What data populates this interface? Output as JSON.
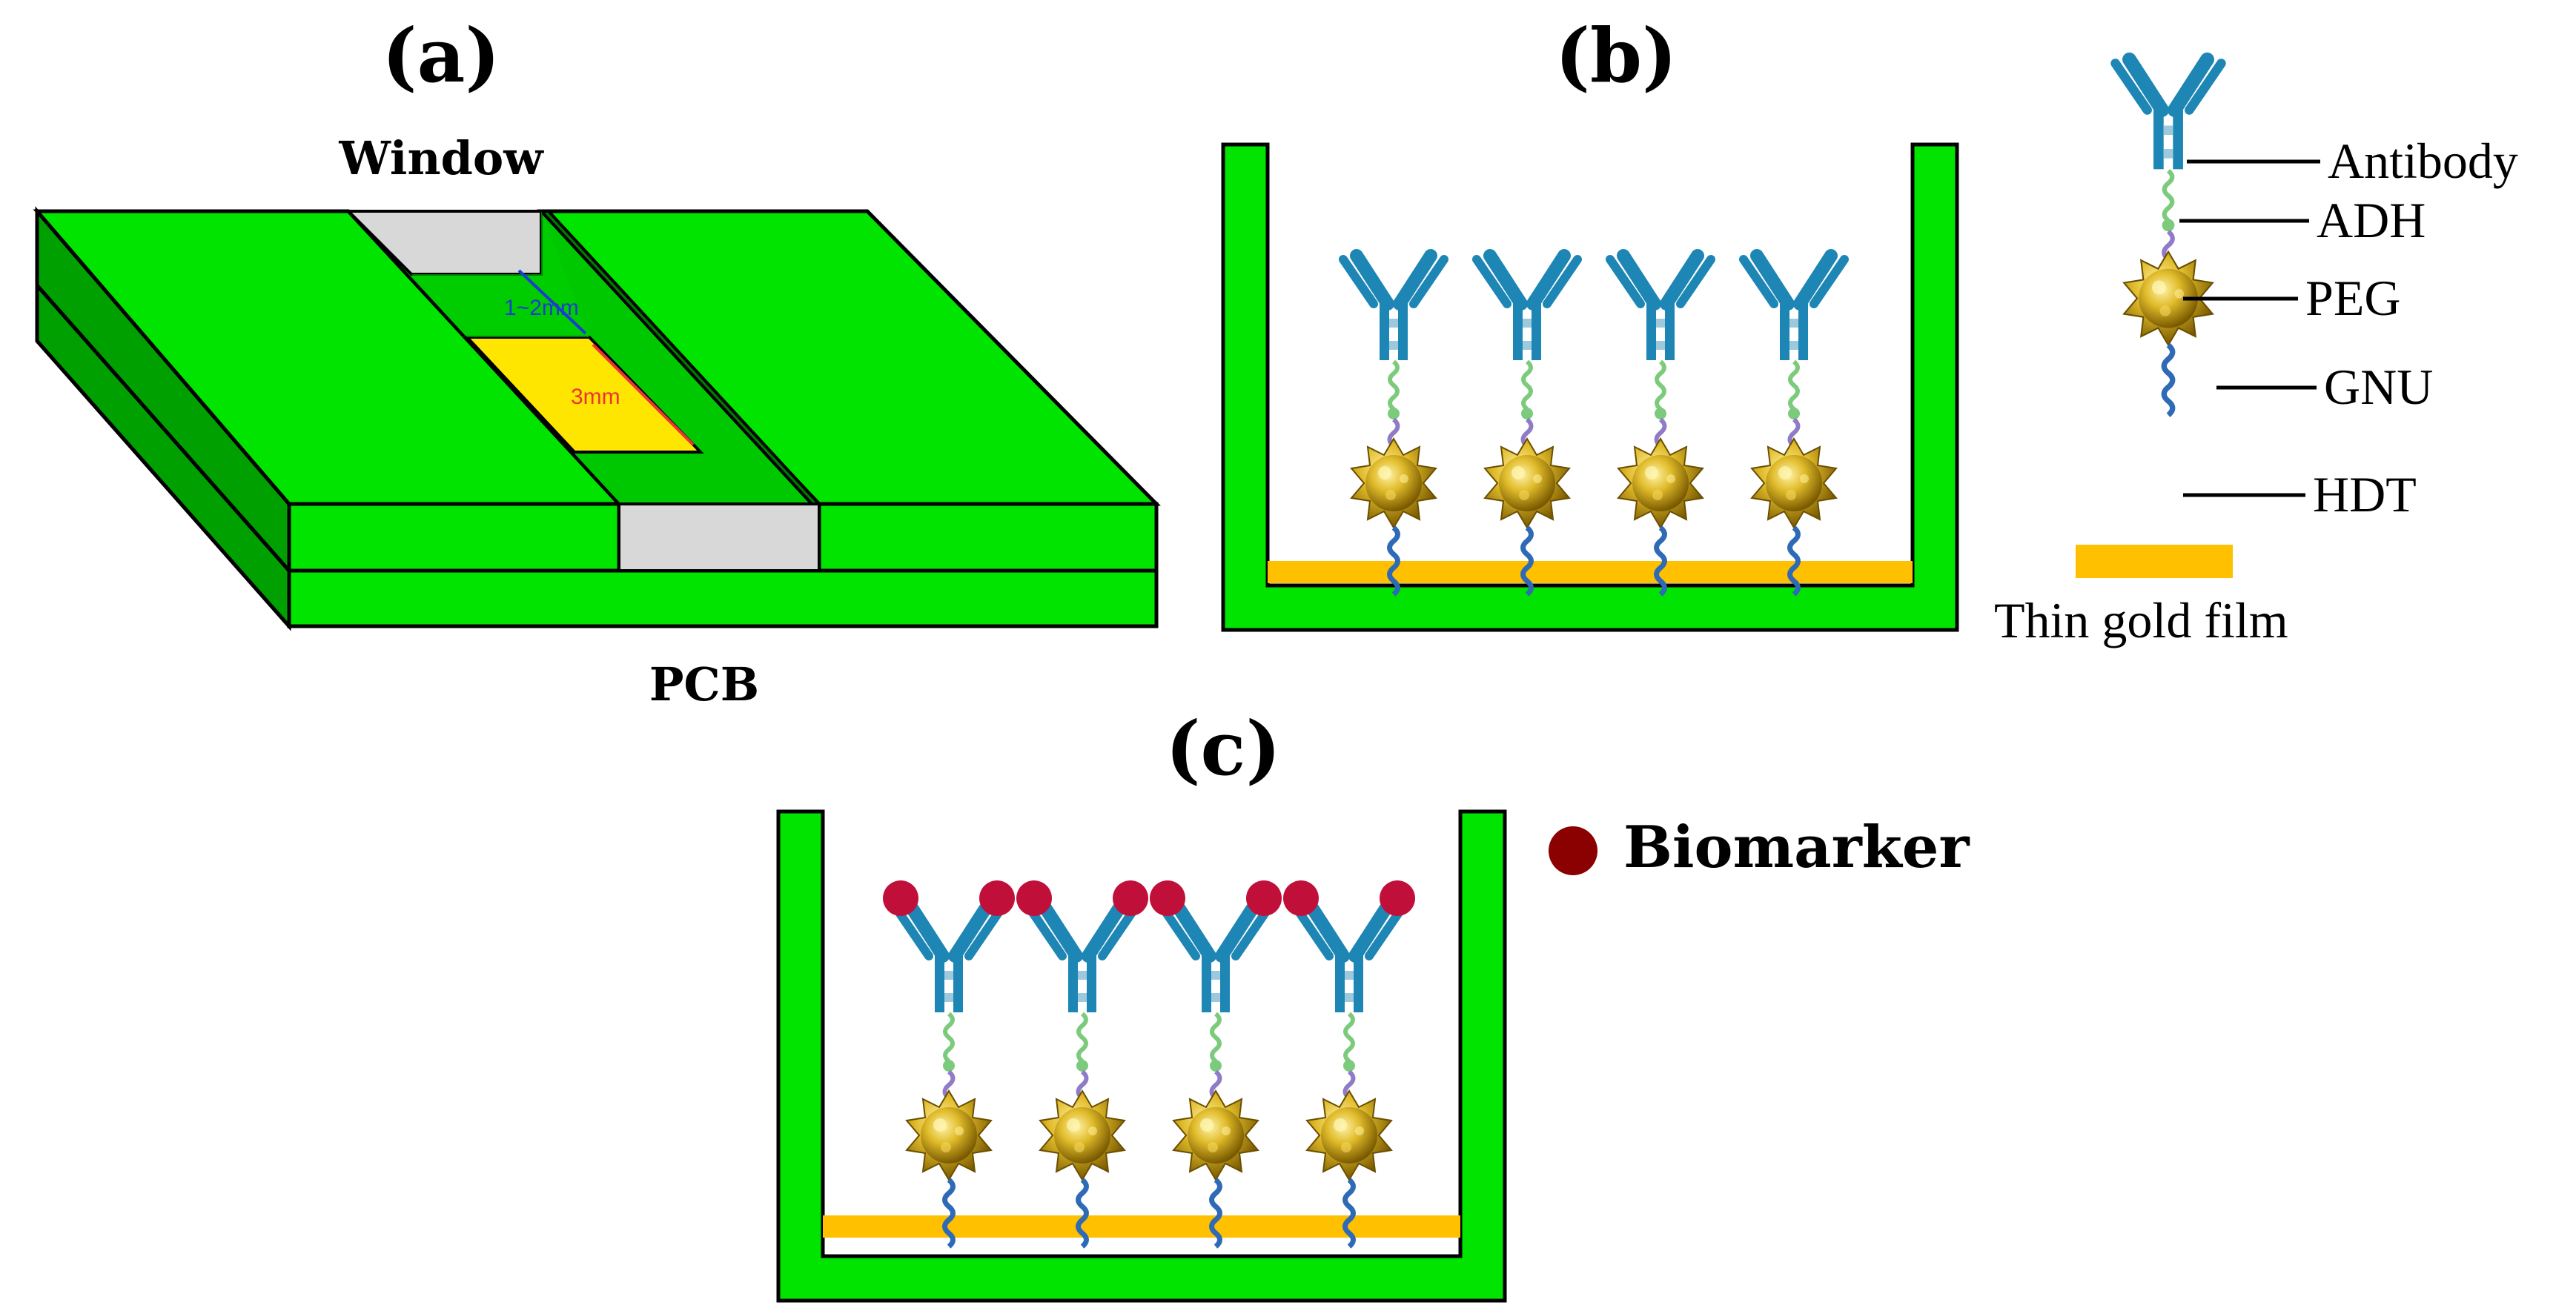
{
  "panels": {
    "a": {
      "label": "(a)",
      "window_label": "Window",
      "pcb_label": "PCB",
      "dim_gap": "1~2mm",
      "dim_width": "3mm"
    },
    "b": {
      "label": "(b)",
      "legend": {
        "antibody": "Antibody",
        "adh": "ADH",
        "peg": "PEG",
        "gnu": "GNU",
        "hdt": "HDT",
        "gold_film": "Thin gold film"
      }
    },
    "c": {
      "label": "(c)",
      "biomarker_label": "Biomarker"
    }
  },
  "colors": {
    "pcb_green": "#00e400",
    "gold_film": "#ffc000",
    "antibody_blue": "#1e86b4",
    "adh_green": "#7ccb7c",
    "peg_purple": "#8f7bc8",
    "hdt_blue": "#2f6ab6",
    "gnu_gold": "#c9a81c",
    "biomarker_red": "#8b0000",
    "window_gray": "#d8d8d8",
    "pad_yellow": "#ffe600"
  }
}
